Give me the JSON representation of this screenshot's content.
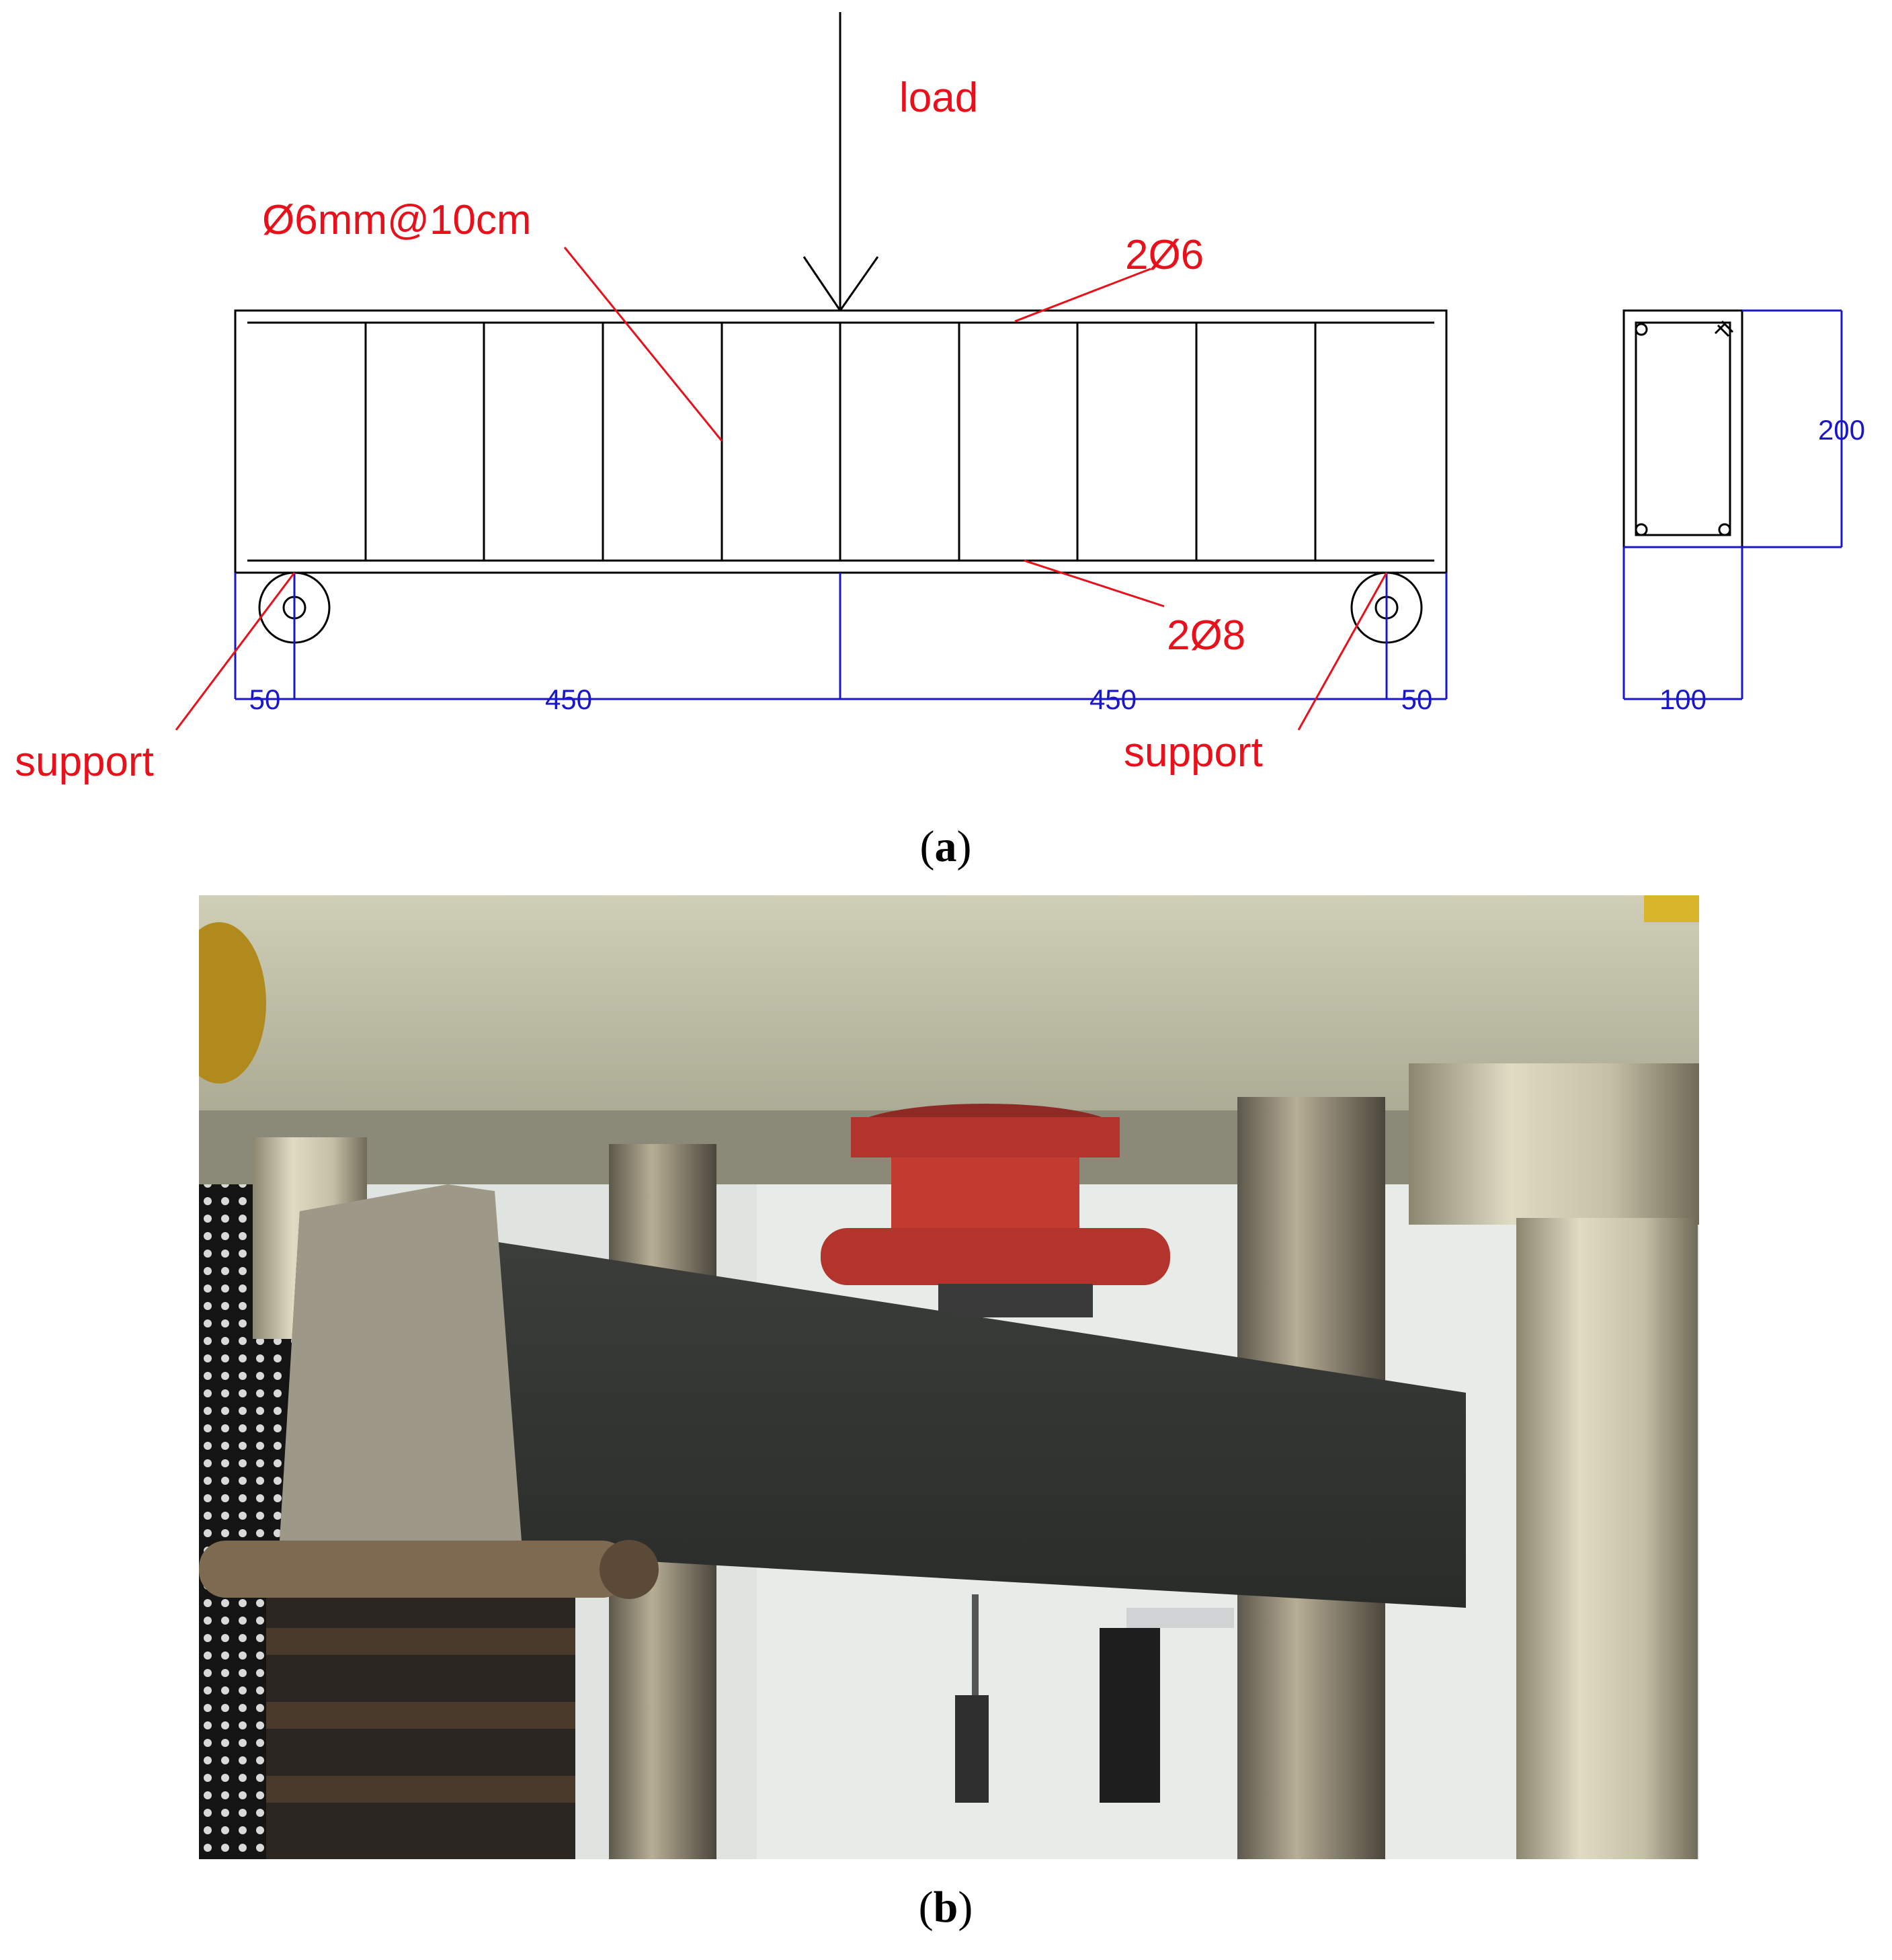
{
  "panel_a": {
    "caption_open": "(",
    "caption_letter": "a",
    "caption_close": ")",
    "labels": {
      "load": "load",
      "stirrups": "Ø6mm@10cm",
      "top_bars": "2Ø6",
      "bottom_bars": "2Ø8",
      "support_left": "support",
      "support_right": "support"
    },
    "dimensions": {
      "left_overhang": "50",
      "left_span": "450",
      "right_span": "450",
      "right_overhang": "50",
      "section_height": "200",
      "section_width": "100"
    },
    "colors": {
      "annotation": "#e8101a",
      "dimension": "#1a17c9",
      "geometry": "#000000"
    }
  },
  "panel_b": {
    "caption_open": "(",
    "caption_letter": "b",
    "caption_close": ")"
  }
}
